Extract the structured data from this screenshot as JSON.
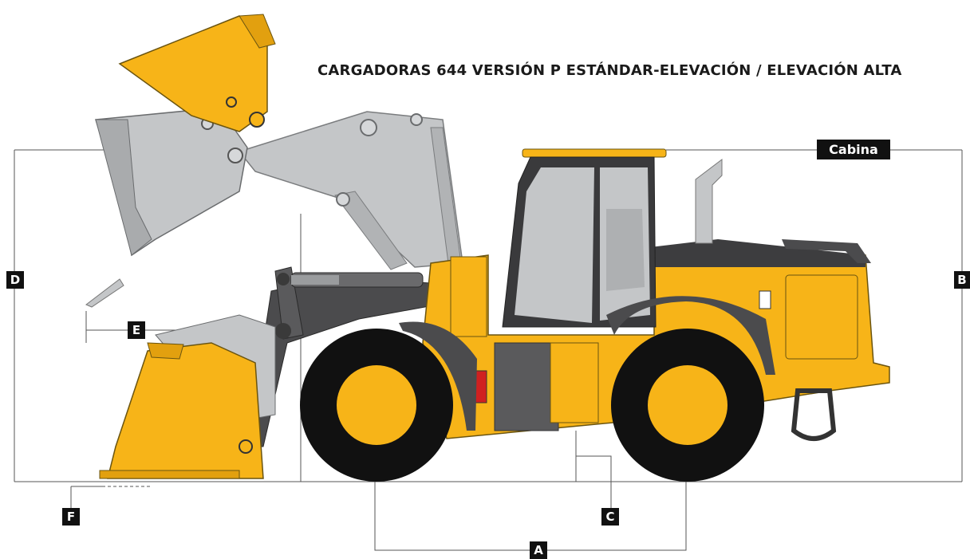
{
  "title": "CARGADORAS 644 VERSIÓN P ESTÁNDAR-ELEVACIÓN / ELEVACIÓN ALTA",
  "labels": {
    "cabina": "Cabina",
    "a": "A",
    "b": "B",
    "c": "C",
    "d": "D",
    "e": "E",
    "f": "F"
  },
  "colors": {
    "body": "#f7b418",
    "body_dark": "#e2a00f",
    "arm": "#4b4b4d",
    "raised": "#c4c6c8",
    "tire": "#111111",
    "line": "#555555",
    "tag_bg": "#111111"
  }
}
